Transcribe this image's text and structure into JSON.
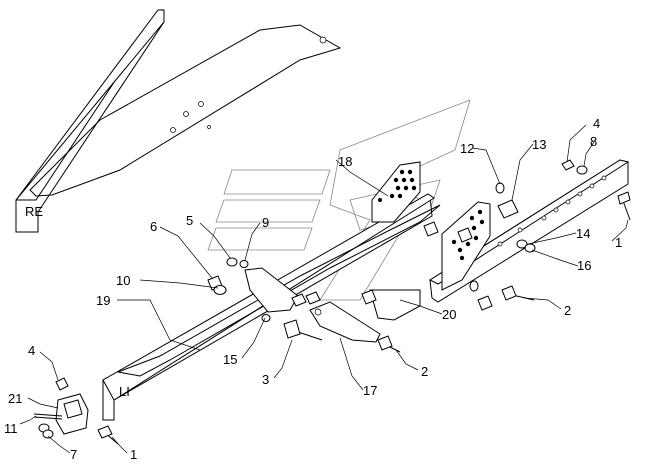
{
  "side_labels": {
    "right": "RE",
    "left": "LI"
  },
  "callouts": [
    {
      "label": "1"
    },
    {
      "label": "1"
    },
    {
      "label": "2"
    },
    {
      "label": "2"
    },
    {
      "label": "3"
    },
    {
      "label": "4"
    },
    {
      "label": "4"
    },
    {
      "label": "5"
    },
    {
      "label": "6"
    },
    {
      "label": "7"
    },
    {
      "label": "8"
    },
    {
      "label": "9"
    },
    {
      "label": "10"
    },
    {
      "label": "11"
    },
    {
      "label": "12"
    },
    {
      "label": "13"
    },
    {
      "label": "14"
    },
    {
      "label": "15"
    },
    {
      "label": "16"
    },
    {
      "label": "17"
    },
    {
      "label": "18"
    },
    {
      "label": "19"
    },
    {
      "label": "20"
    },
    {
      "label": "21"
    }
  ]
}
